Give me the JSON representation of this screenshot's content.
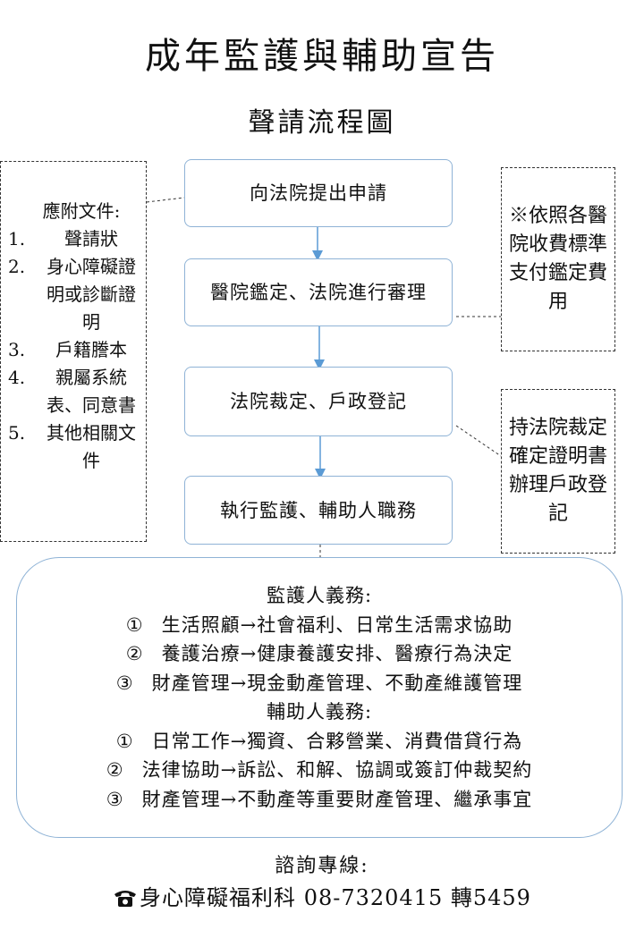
{
  "title": "成年監護與輔助宣告",
  "subtitle": "聲請流程圖",
  "steps": [
    "向法院提出申請",
    "醫院鑑定、法院進行審理",
    "法院裁定、戶政登記",
    "執行監護、輔助人職務"
  ],
  "attachments": {
    "header": "應附文件:",
    "items": [
      {
        "num": "1.",
        "text": "聲請狀"
      },
      {
        "num": "2.",
        "text": "身心障礙證明或診斷證明"
      },
      {
        "num": "3.",
        "text": "戶籍謄本"
      },
      {
        "num": "4.",
        "text": "親屬系統表、同意書"
      },
      {
        "num": "5.",
        "text": "其他相關文件"
      }
    ]
  },
  "notes": {
    "fee": "※依照各醫院收費標準支付鑑定費用",
    "registration": "持法院裁定確定證明書辦理戶政登記"
  },
  "duties": {
    "guardian_title": "監護人義務:",
    "guardian_items": [
      {
        "mark": "①",
        "text": "生活照顧→社會福利、日常生活需求協助"
      },
      {
        "mark": "②",
        "text": "養護治療→健康養護安排、醫療行為決定"
      },
      {
        "mark": "③",
        "text": "財產管理→現金動產管理、不動產維護管理"
      }
    ],
    "assistant_title": "輔助人義務:",
    "assistant_items": [
      {
        "mark": "①",
        "text": "日常工作→獨資、合夥營業、消費借貸行為"
      },
      {
        "mark": "②",
        "text": "法律協助→訴訟、和解、協調或簽訂仲裁契約"
      },
      {
        "mark": "③",
        "text": "財產管理→不動產等重要財產管理、繼承事宜"
      }
    ]
  },
  "contact": {
    "title": "諮詢專線:",
    "icon": "phone-icon",
    "unit": "身心障礙福利科",
    "phone": "08-7320415",
    "ext": "轉5459"
  },
  "colors": {
    "box_border": "#8fb3d6",
    "arrow": "#5b9bd5",
    "dash": "#333333"
  }
}
